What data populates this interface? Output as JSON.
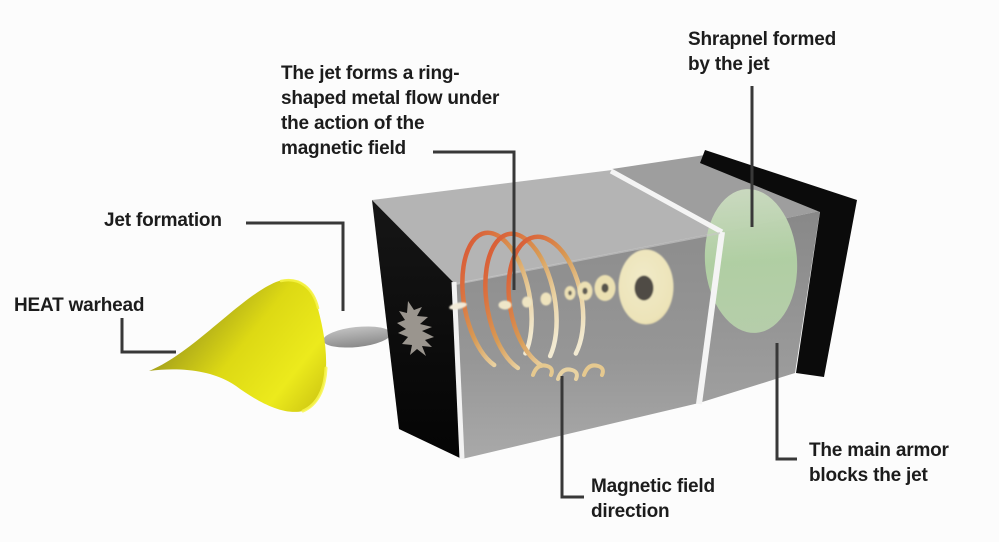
{
  "scene": {
    "background": "#fcfcfc",
    "labels": {
      "ring_flow": {
        "lines": [
          "The jet forms a ring-",
          "shaped metal flow under",
          "the action of the",
          "magnetic field"
        ]
      },
      "shrapnel": {
        "lines": [
          "Shrapnel formed",
          "by the jet"
        ]
      },
      "jet_formation": {
        "lines": [
          "Jet formation"
        ]
      },
      "heat_warhead": {
        "lines": [
          "HEAT warhead"
        ]
      },
      "magnetic_field": {
        "lines": [
          "Magnetic field",
          "direction"
        ]
      },
      "main_armor": {
        "lines": [
          "The main armor",
          "blocks the jet"
        ]
      }
    },
    "colors": {
      "text": "#1c1c1c",
      "leader_line": "#383838",
      "armor_black": "#0b0b0b",
      "glass_top": "#b4b4b4",
      "glass_interior": "#949494",
      "divider_white": "#f4f4f4",
      "warhead_yellow": "#e9e61a",
      "warhead_olive": "#8a861e",
      "jet_gray": "#a6a6a6",
      "coil_orange_red": "#d84a30",
      "coil_cream": "#f2ead2",
      "ring_cream": "#ece3b8",
      "ring_hole_dark": "#4f4b45",
      "shrapnel_green": "#b2d2a4",
      "impact_gray": "#9a958e"
    }
  }
}
